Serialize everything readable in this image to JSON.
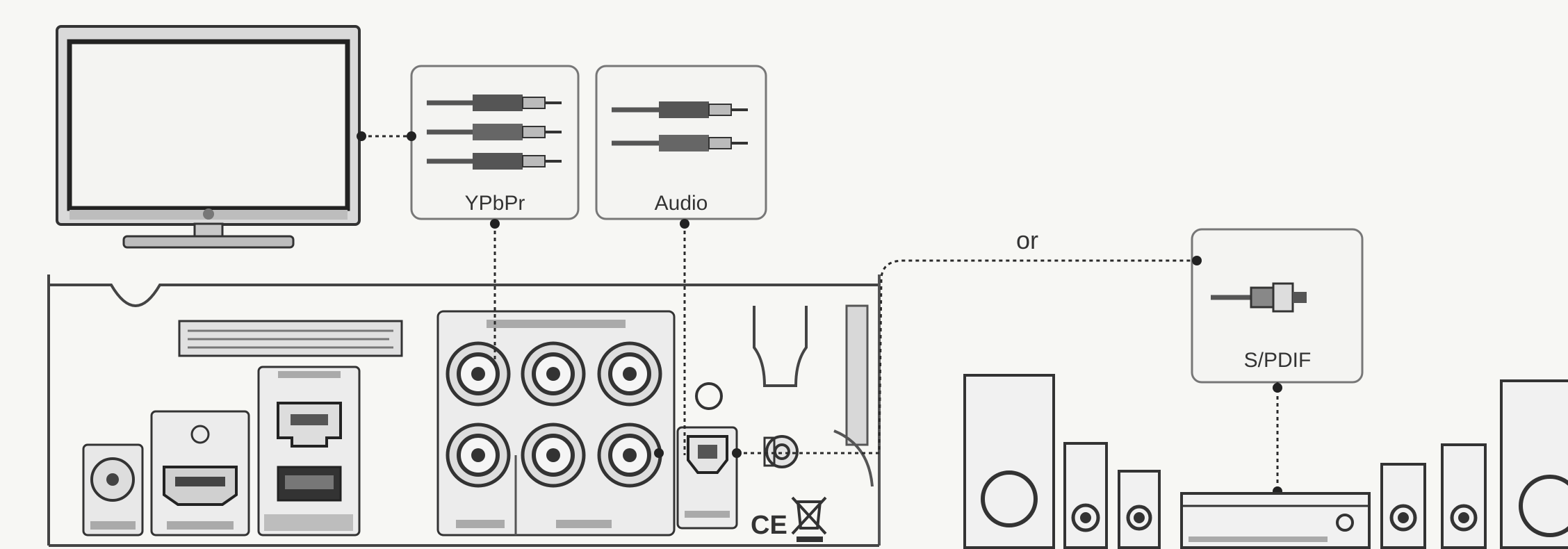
{
  "labels": {
    "ypbpr": "YPbPr",
    "audio": "Audio",
    "or": "or",
    "spdif": "S/PDIF",
    "ce_mark": "CE"
  },
  "colors": {
    "background": "#f7f7f4",
    "line": "#2a2a2a",
    "gray": "#8a8a8a",
    "light": "#dcdcdc"
  }
}
